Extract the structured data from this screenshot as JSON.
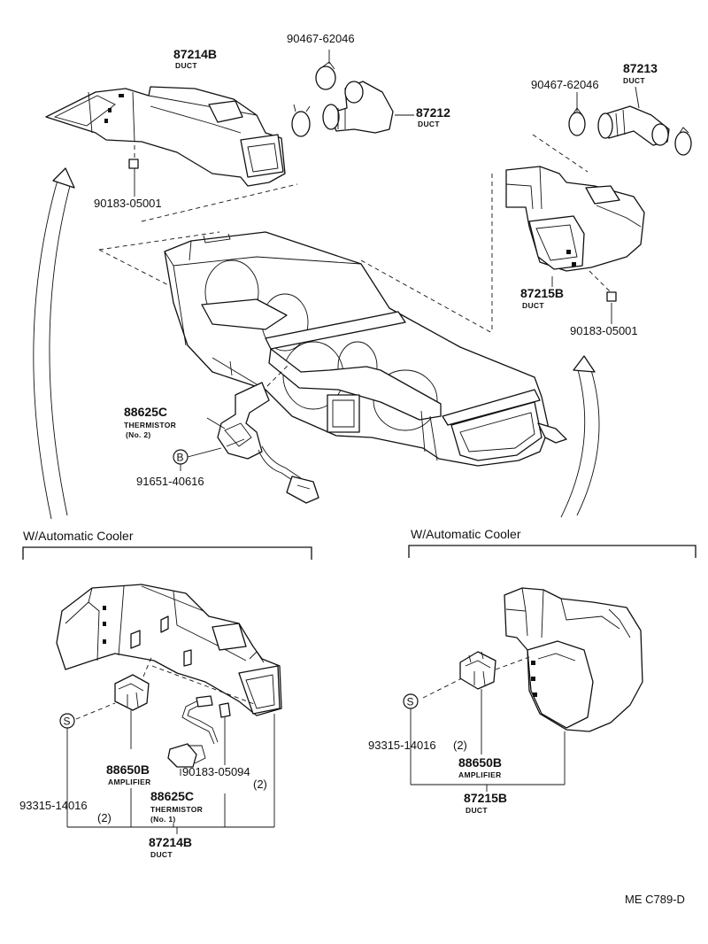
{
  "parts": {
    "duct_87214b_top": {
      "number": "87214B",
      "desc": "DUCT"
    },
    "clamp_90467_a": {
      "number": "90467-62046"
    },
    "clamp_90467_b": {
      "number": "90467-62046"
    },
    "duct_87212": {
      "number": "87212",
      "desc": "DUCT"
    },
    "duct_87213": {
      "number": "87213",
      "desc": "DUCT"
    },
    "nut_90183_05001_left": {
      "number": "90183-05001"
    },
    "nut_90183_05001_right": {
      "number": "90183-05001"
    },
    "duct_87215b_top": {
      "number": "87215B",
      "desc": "DUCT"
    },
    "thermistor_no2": {
      "number": "88625C",
      "desc": "THERMISTOR",
      "sub": "(No. 2)"
    },
    "callout_b": {
      "symbol": "B"
    },
    "bolt_91651": {
      "number": "91651-40616"
    },
    "callout_s_left": {
      "symbol": "S"
    },
    "callout_s_right": {
      "symbol": "S"
    },
    "amplifier_left": {
      "number": "88650B",
      "desc": "AMPLIFIER"
    },
    "amplifier_right": {
      "number": "88650B",
      "desc": "AMPLIFIER"
    },
    "screw_93315_left": {
      "number": "93315-14016",
      "qty": "(2)"
    },
    "screw_93315_right": {
      "number": "93315-14016",
      "qty": "(2)"
    },
    "thermistor_no1": {
      "number": "88625C",
      "desc": "THERMISTOR",
      "sub": "(No. 1)"
    },
    "clip_90183_05094": {
      "number": "90183-05094",
      "qty": "(2)"
    },
    "duct_87214b_bottom": {
      "number": "87214B",
      "desc": "DUCT"
    },
    "duct_87215b_bottom": {
      "number": "87215B",
      "desc": "DUCT"
    }
  },
  "sections": {
    "left_title": "W/Automatic Cooler",
    "right_title": "W/Automatic Cooler"
  },
  "figure_code": "ME C789-D"
}
